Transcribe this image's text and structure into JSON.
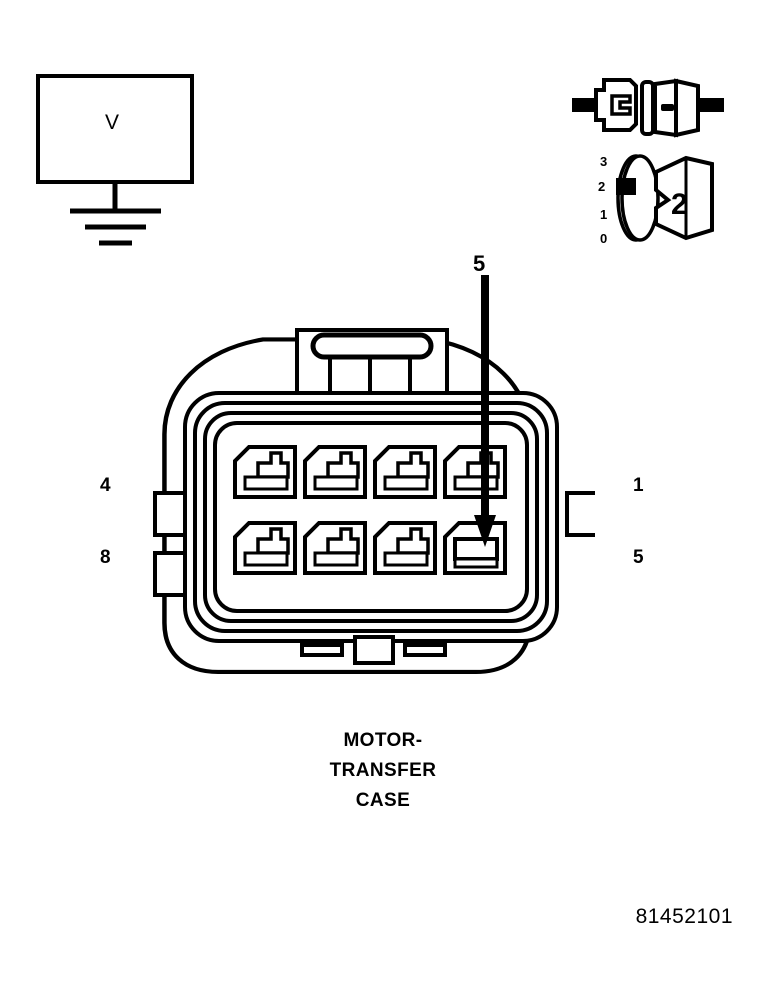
{
  "figure": {
    "id_number": "81452101",
    "caption_lines": [
      "MOTOR-",
      "TRANSFER",
      "CASE"
    ]
  },
  "meter": {
    "symbol_letter": "V",
    "name": "voltmeter",
    "ground_symbol": "chassis-ground"
  },
  "probe": {
    "name": "connector-probe-pair",
    "halves": [
      "male-half",
      "female-half"
    ]
  },
  "dial": {
    "name": "rotary-range-selector",
    "scale_labels": [
      "3",
      "2",
      "1",
      "0"
    ],
    "selected_value": "2",
    "face_value": "2"
  },
  "connector": {
    "name": "MOTOR-TRANSFER CASE",
    "cavity_count": 8,
    "rows": 2,
    "columns": 4,
    "corner_labels": {
      "top_left": "4",
      "bottom_left": "8",
      "top_right": "1",
      "bottom_right": "5"
    },
    "callout": {
      "label": "5",
      "target_cavity": "row2-col4",
      "type": "arrow-pointer"
    }
  }
}
